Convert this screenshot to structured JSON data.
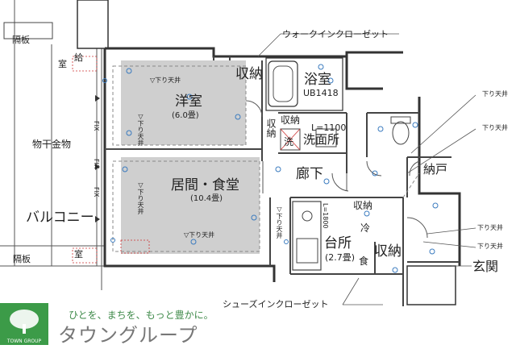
{
  "rooms": {
    "wic": "ウォークインクローゼット",
    "closet_top": "収納",
    "bath": "浴室",
    "bath_ub": "UB1418",
    "western": "洋室",
    "western_size": "(6.0畳)",
    "closet_small1": "収納",
    "closet_small2": "収納",
    "washer": "洗",
    "washroom": "洗面所",
    "washroom_l": "L=1100",
    "hallway": "廊下",
    "storage": "納戸",
    "living": "居間・食堂",
    "living_size": "(10.4畳)",
    "closet_kitchen": "収納",
    "kitchen": "台所",
    "kitchen_size": "(2.7畳)",
    "fridge": "冷",
    "dish": "食",
    "closet_entry": "収納",
    "entrance": "玄関",
    "shoes": "シューズインクローゼット",
    "kitchen_l": "L=1800"
  },
  "balcony": {
    "partition_top": "隔板",
    "partition_bottom": "隔板",
    "room_top_a": "室",
    "room_top_b": "給",
    "room_bottom": "室",
    "laundry_rail": "物干金物",
    "balcony": "バルコニー",
    "fix1": "FIX",
    "fix2": "FIX",
    "fix3": "FIX"
  },
  "ceiling_notes": {
    "ceil_1": "▽下り天井",
    "ceil_2": "▽下り天井",
    "ceil_3": "▽下り天井",
    "ceil_4": "▽下り天井",
    "ceil_5": "▽下り天井",
    "right_1": "下り天井",
    "right_2": "下り天井",
    "right_3": "下り天井",
    "right_4": "下り天井"
  },
  "logo": {
    "slogan": "ひとを、まちを、もっと豊かに。",
    "name": "タウングループ",
    "box_label": "TOWN GROUP"
  },
  "colors": {
    "room_fill": "#cfcfcf",
    "wall": "#333333",
    "fixture": "#3a7bbf",
    "logo_green": "#3c9b48"
  }
}
